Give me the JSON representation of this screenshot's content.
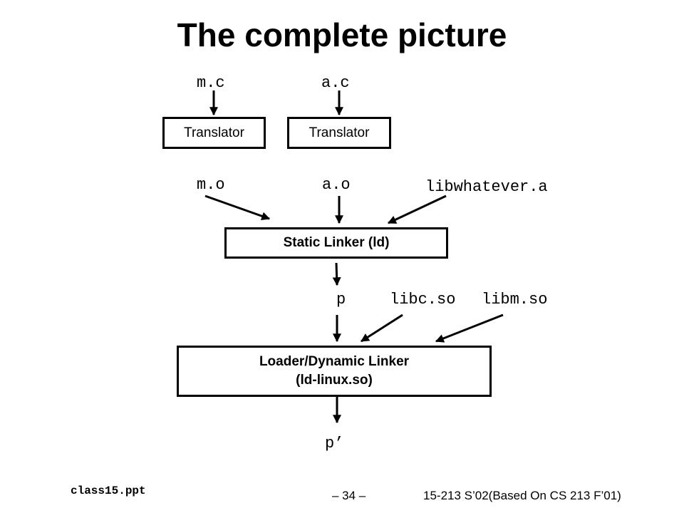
{
  "title": "The complete picture",
  "sources": {
    "m_c": "m.c",
    "a_c": "a.c"
  },
  "translators": {
    "left": "Translator",
    "right": "Translator"
  },
  "objects": {
    "m_o": "m.o",
    "a_o": "a.o",
    "lib_a": "libwhatever.a"
  },
  "static_linker": "Static Linker (ld)",
  "program": "p",
  "shared_libs": {
    "libc": "libc.so",
    "libm": "libm.so"
  },
  "loader": {
    "line1": "Loader/Dynamic Linker",
    "line2": "(ld-linux.so)"
  },
  "output": "p’",
  "footer": {
    "file": "class15.ppt",
    "page": "– 34 –",
    "course": "15-213 S’02(Based On CS 213 F’01)"
  }
}
